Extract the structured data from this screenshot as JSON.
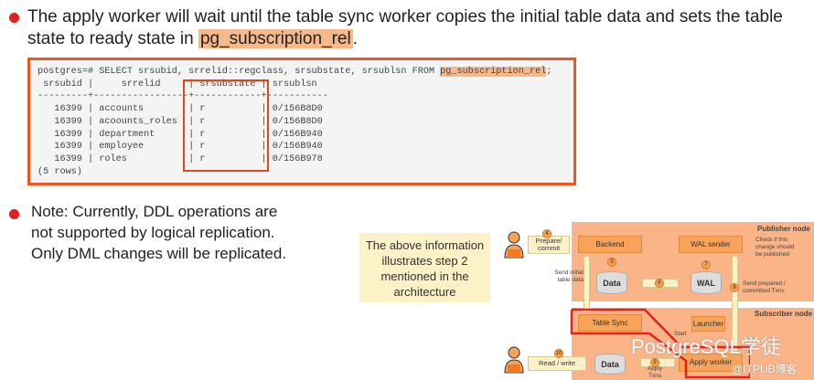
{
  "bullet1": {
    "text": "The apply worker will wait until the table sync worker copies the initial table data and sets the table state to ready state in ",
    "highlight": "pg_subscription_rel",
    "end": "."
  },
  "code": {
    "query_prefix": "postgres=# SELECT srsubid, srrelid::regclass, srsubstate, srsublsn FROM ",
    "query_highlight": "pg_subscription_rel",
    "query_suffix": ";",
    "header": " srsubid |     srrelid     | srsubstate | srsublsn",
    "separator": "---------+-----------------+------------+-----------",
    "rows": [
      "   16399 | accounts        | r          | 0/156B8D0",
      "   16399 | acoounts_roles  | r          | 0/156B8D0",
      "   16399 | department      | r          | 0/156B940",
      "   16399 | employee        | r          | 0/156B940",
      "   16399 | roles           | r          | 0/156B978"
    ],
    "footer": "(5 rows)"
  },
  "bullet2": {
    "lines": [
      "Note: Currently, DDL operations are",
      "not supported by logical replication.",
      "Only DML changes will be replicated."
    ]
  },
  "note": "The above information illustrates step 2 mentioned in the architecture",
  "diagram": {
    "publisher": "Publisher node",
    "subscriber": "Subscriber node",
    "backend": "Backend",
    "wal_sender": "WAL sender",
    "data": "Data",
    "wal": "WAL",
    "table_sync": "Table Sync",
    "launcher": "Launcher",
    "apply_worker": "Apply worker",
    "data2": "Data",
    "prepare": "Prepare/ commit",
    "read_write": "Read / write",
    "send_initial": "Send initial table data",
    "check": "Check if this change should be published",
    "send_prepared": "Send prepared / committed Txns",
    "start": "Start",
    "apply_txns": "Apply Txns",
    "steps": [
      "4",
      "5",
      "6",
      "7",
      "8",
      "9",
      "10"
    ]
  },
  "watermark": {
    "main": "PostgreSQL学徒",
    "sub": "@ITPUB博客"
  }
}
